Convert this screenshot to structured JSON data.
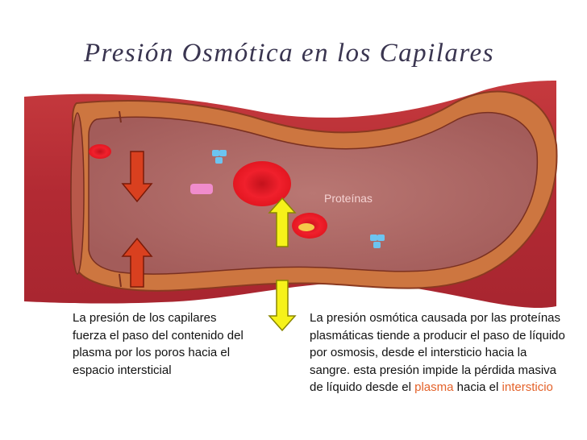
{
  "title": "Presión Osmótica en los Capilares",
  "labels": {
    "proteinas": "Proteínas"
  },
  "caption_left": "La presión de los capilares fuerza el paso del contenido del plasma por los poros hacia el espacio intersticial",
  "caption_right": {
    "text": "La presión osmótica causada por las proteínas plasmáticas tiende a producir el paso de líquido por osmosis, desde el intersticio hacia la sangre. esta presión impide la pérdida masiva de líquido desde el",
    "highlight_1": "plasma",
    "connector": "hacia el",
    "highlight_2": "intersticio"
  },
  "colors": {
    "tissue": "#b52c34",
    "vessel_wall": "#d07a42",
    "lumen": "#b06a66",
    "arrow_red": "#d9401f",
    "arrow_yellow": "#f6f21a",
    "highlight_text": "#e4622a"
  },
  "icons": {
    "red_arrow_down": "arrow-down",
    "red_arrow_up": "arrow-up",
    "yellow_arrow_up": "arrow-up",
    "yellow_arrow_down": "arrow-down"
  }
}
